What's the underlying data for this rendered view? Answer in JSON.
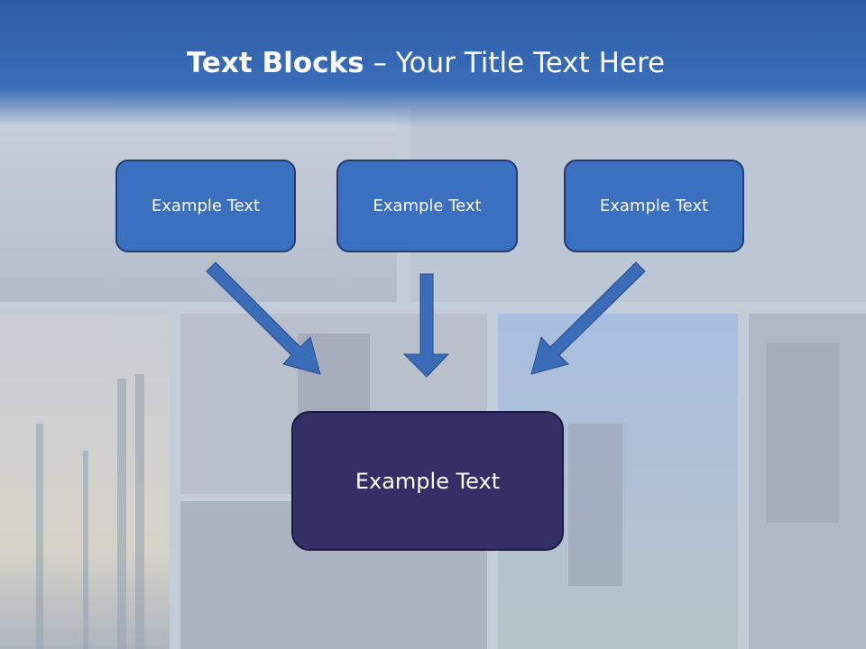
{
  "title": {
    "bold": "Text Blocks",
    "separator": " – ",
    "rest": "Your Title Text Here"
  },
  "diagram": {
    "top_boxes": [
      "Example Text",
      "Example Text",
      "Example Text"
    ],
    "bottom_box": "Example Text"
  },
  "colors": {
    "header": "#3a6cb8",
    "top_box_fill": "#3b6fc0",
    "bottom_box_fill": "#342f66",
    "arrow": "#3a6cb8"
  }
}
